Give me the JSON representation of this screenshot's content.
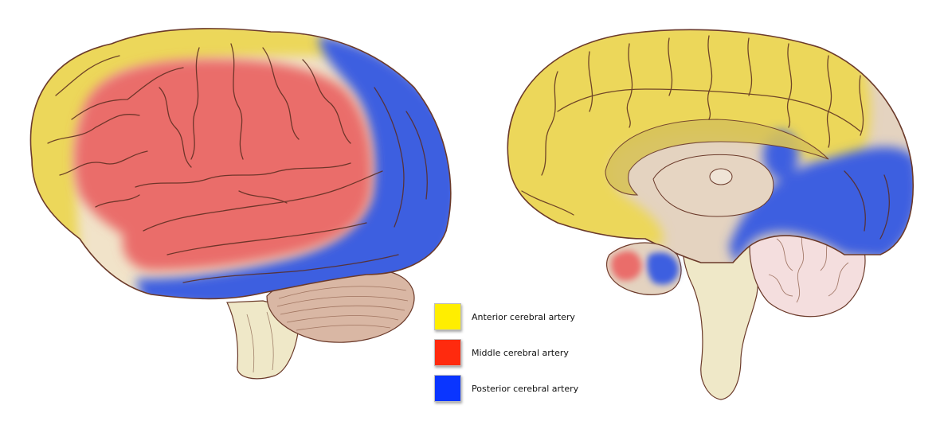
{
  "legend": {
    "items": [
      {
        "label": "Anterior cerebral artery",
        "color": "#ffee00"
      },
      {
        "label": "Middle cerebral artery",
        "color": "#ff2a0e"
      },
      {
        "label": "Posterior cerebral artery",
        "color": "#0a35ff"
      }
    ]
  },
  "regions": {
    "anterior_fill": "#ecd75a",
    "middle_fill": "#ea6d6b",
    "posterior_fill": "#3e5ee0",
    "outline": "#6b3a2a",
    "brainstem": "#efe8c8",
    "cerebellum_lateral": "#d9b7a4",
    "cerebellum_medial": "#f4dede",
    "medial_core": "#e4d3c0"
  }
}
